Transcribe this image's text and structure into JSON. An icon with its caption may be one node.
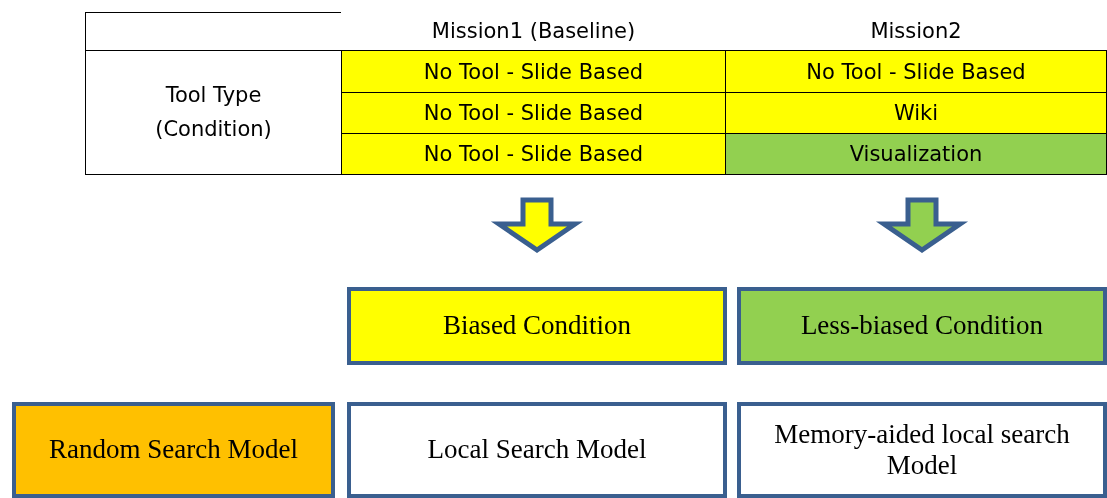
{
  "diagram": {
    "nodes": [
      {
        "text": [
          "Mission1 (Baseline)"
        ]
      },
      {
        "text": [
          "Mission2"
        ]
      },
      {
        "text": [
          "Biased Condition"
        ]
      },
      {
        "text": [
          "Less-biased Condition"
        ]
      },
      {
        "text": [
          "Random Search Model"
        ]
      },
      {
        "text": [
          "Local Search Model"
        ]
      },
      {
        "text": [
          "Memory-aided local search Model"
        ]
      }
    ],
    "edges": [
      {
        "from": 0,
        "to": 2,
        "arrow": "to"
      },
      {
        "from": 1,
        "to": 3,
        "arrow": "to"
      }
    ],
    "labels": [
      "Tool Type (Condition)",
      "No Tool - Slide Based",
      "No Tool - Slide Based",
      "No Tool - Slide Based",
      "Wiki",
      "No Tool - Slide Based",
      "Visualization"
    ]
  }
}
